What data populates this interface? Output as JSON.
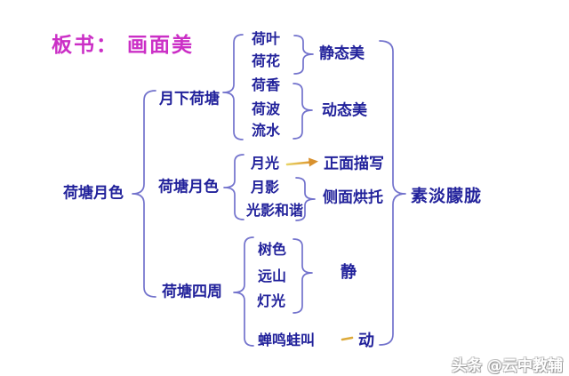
{
  "page": {
    "title": "板书： 画面美",
    "watermark": "头条 @云中教辅"
  },
  "colors": {
    "background": "#ffffff",
    "title": "#cb2fc6",
    "node_text": "#22229b",
    "brace": "#7272cc",
    "arrow_start": "#e8d468",
    "arrow_end": "#dd9830",
    "watermark": "#ffffff"
  },
  "nodes": {
    "root": "荷塘月色",
    "branch_moonlit_pond": "月下荷塘",
    "branch_pond_moonlight": "荷塘月色",
    "branch_surroundings": "荷塘四周",
    "lotus_leaf": "荷叶",
    "lotus_flower": "荷花",
    "lotus_scent": "荷香",
    "lotus_wave": "荷波",
    "flowing_water": "流水",
    "static_beauty": "静态美",
    "dynamic_beauty": "动态美",
    "moonlight": "月光",
    "moon_shadow": "月影",
    "light_shadow_harmony": "光影和谐",
    "front_depiction": "正面描写",
    "side_foil": "侧面烘托",
    "tree_color": "树色",
    "distant_hills": "远山",
    "lamp_light": "灯光",
    "cicada_frog_calls": "蝉鸣蛙叫",
    "still": "静",
    "moving": "动",
    "conclusion": "素淡朦胧"
  },
  "structure": {
    "root": "荷塘月色",
    "branches": [
      {
        "label": "月下荷塘",
        "groups": [
          {
            "items": [
              "荷叶",
              "荷花"
            ],
            "result": "静态美"
          },
          {
            "items": [
              "荷香",
              "荷波",
              "流水"
            ],
            "result": "动态美"
          }
        ]
      },
      {
        "label": "荷塘月色",
        "groups": [
          {
            "items": [
              "月光"
            ],
            "result": "正面描写",
            "connector": "arrow"
          },
          {
            "items": [
              "月影",
              "光影和谐"
            ],
            "result": "侧面烘托"
          }
        ]
      },
      {
        "label": "荷塘四周",
        "groups": [
          {
            "items": [
              "树色",
              "远山",
              "灯光"
            ],
            "result": "静"
          },
          {
            "items": [
              "蝉鸣蛙叫"
            ],
            "result": "动",
            "connector": "dash"
          }
        ]
      }
    ],
    "conclusion": "素淡朦胧"
  }
}
